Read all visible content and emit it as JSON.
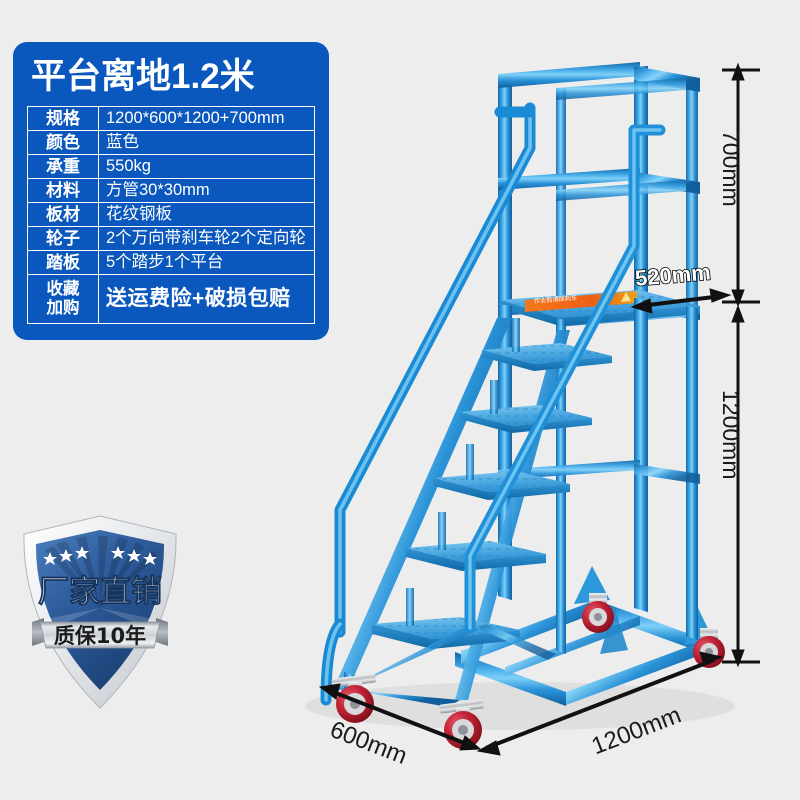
{
  "background_color": "#ededed",
  "panel": {
    "background_color": "#0a57bd",
    "title": "平台离地1.2米",
    "specs": [
      {
        "key": "规格",
        "value": "1200*600*1200+700mm"
      },
      {
        "key": "颜色",
        "value": "蓝色"
      },
      {
        "key": "承重",
        "value": "550kg"
      },
      {
        "key": "材料",
        "value": "方管30*30mm"
      },
      {
        "key": "板材",
        "value": "花纹钢板"
      },
      {
        "key": "轮子",
        "value": "2个万向带刹车轮2个定向轮"
      },
      {
        "key": "踏板",
        "value": "5个踏步1个平台"
      }
    ],
    "promo_row": {
      "key_line1": "收藏",
      "key_line2": "加购",
      "value": "送运费险+破损包赔"
    }
  },
  "badge": {
    "main_text": "厂家直销",
    "banner_text": "质保10年",
    "shield_color": "#2a5fa5",
    "banner_color": "#c8cdd3",
    "star_count": 6
  },
  "dimensions": {
    "height_upper": "700mm",
    "height_lower": "1200mm",
    "depth": "600mm",
    "length": "1200mm",
    "platform_width": "520mm"
  },
  "product": {
    "frame_color": "#1e8bd8",
    "frame_color_light": "#4fb3ef",
    "frame_color_dark": "#1268a8",
    "caster_color": "#b31b2c",
    "tread_color": "#3a9fe0",
    "warning_sticker_color": "#f06a1e",
    "step_count": 5,
    "platform_count": 1
  }
}
